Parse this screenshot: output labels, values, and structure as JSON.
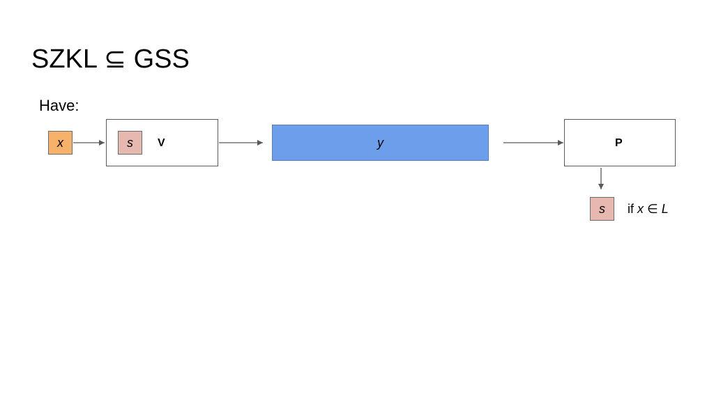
{
  "title": "SZKL ⊆ GSS",
  "have_label": "Have:",
  "nodes": {
    "x_input": {
      "label": "x",
      "color": "#f6b26b"
    },
    "verifier_box": {
      "secret_label": "s",
      "secret_color": "#e6b8af",
      "name": "V"
    },
    "y_message": {
      "label": "y",
      "color": "#6d9eeb"
    },
    "prover_box": {
      "name": "P"
    },
    "s_output": {
      "label": "s",
      "color": "#e6b8af"
    }
  },
  "condition": {
    "prefix": "if",
    "var_x": "x",
    "symbol": "∈",
    "var_L": "L"
  }
}
